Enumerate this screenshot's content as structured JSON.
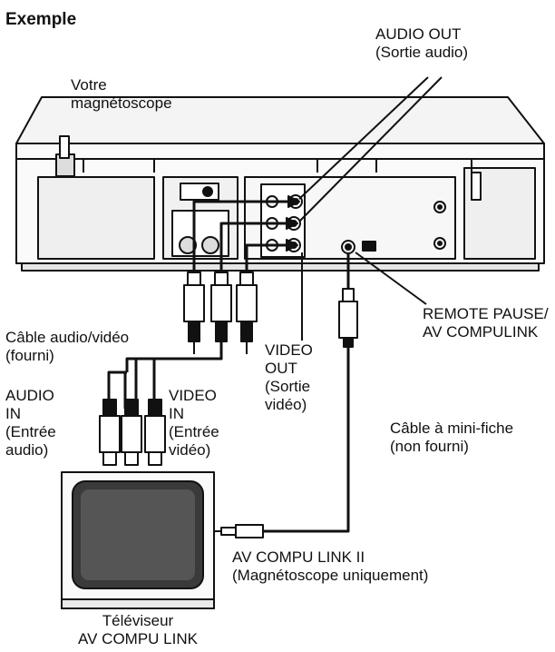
{
  "title": "Exemple",
  "labels": {
    "vcr": [
      "Votre",
      "magnétoscope"
    ],
    "audio_out": [
      "AUDIO OUT",
      "(Sortie audio)"
    ],
    "remote_pause": [
      "REMOTE PAUSE/",
      "AV COMPULINK"
    ],
    "av_cable": [
      "Câble audio/vidéo",
      "(fourni)"
    ],
    "video_out": [
      "VIDEO",
      "OUT",
      "(Sortie",
      "vidéo)"
    ],
    "audio_in": [
      "AUDIO",
      "IN",
      "(Entrée",
      "audio)"
    ],
    "video_in": [
      "VIDEO",
      "IN",
      "(Entrée",
      "vidéo)"
    ],
    "mini_plug_cable": [
      "Câble à mini-fiche",
      "(non fourni)"
    ],
    "compulink_ii": [
      "AV COMPU LINK II",
      "(Magnétoscope uniquement)"
    ],
    "tv": [
      "Téléviseur",
      "AV COMPU LINK"
    ]
  },
  "colors": {
    "line": "#111111",
    "panel": "#f2f2f2",
    "screen": "#3a3a3a"
  }
}
